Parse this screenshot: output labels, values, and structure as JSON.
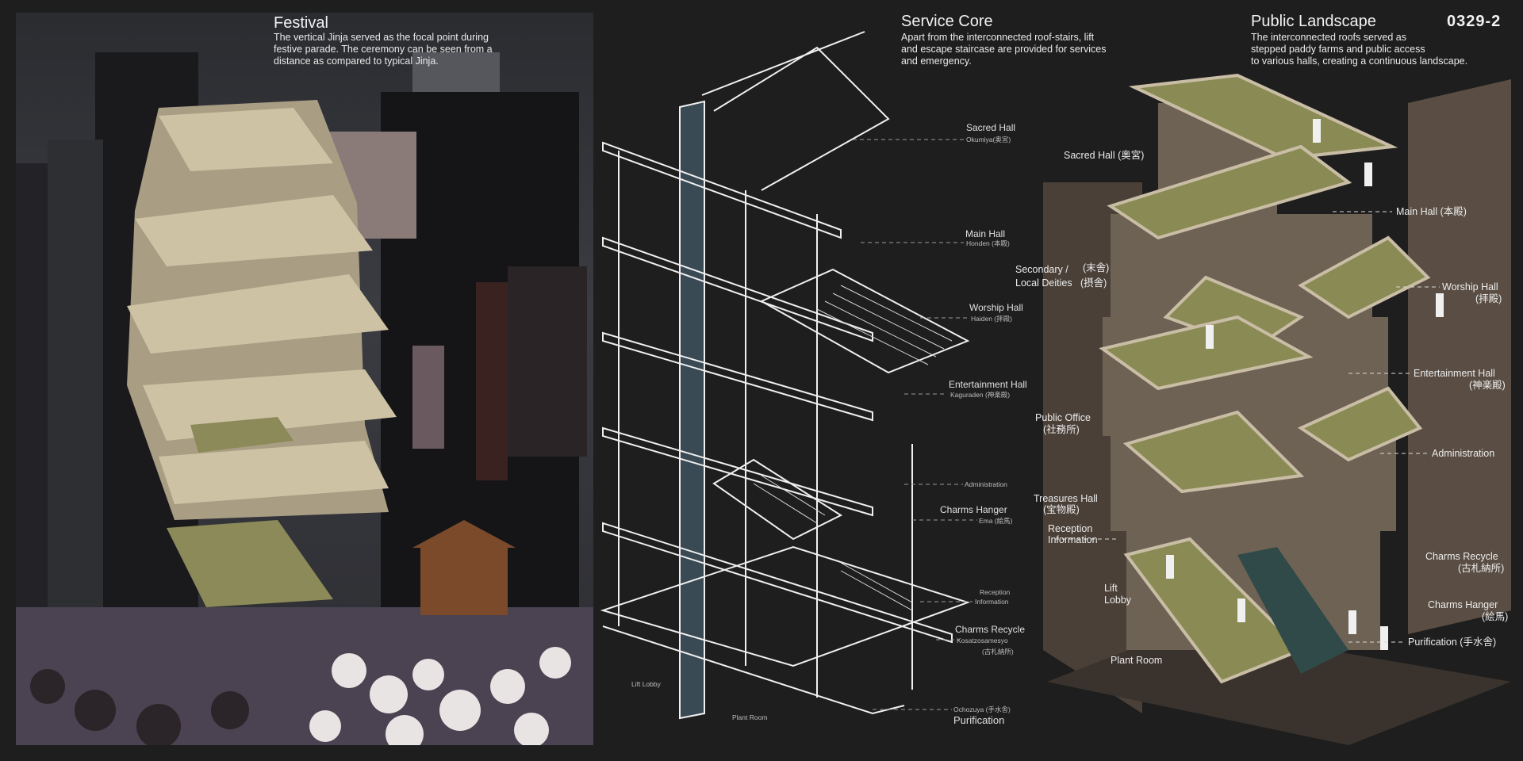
{
  "board_code": "0329-2",
  "festival": {
    "title": "Festival",
    "description": "The vertical Jinja served as the focal point during festive parade. The ceremony can be seen from a distance as compared to typical Jinja."
  },
  "service_core": {
    "title": "Service Core",
    "description": "Apart from the interconnected roof-stairs, lift and escape staircase are provided for services and emergency.",
    "labels": {
      "sacred_hall": "Sacred Hall",
      "sacred_hall_sub": "Okumiya(奥宮)",
      "main_hall": "Main Hall",
      "main_hall_sub": "Honden (本殿)",
      "worship_hall": "Worship Hall",
      "worship_hall_sub": "Haiden (拝殿)",
      "entertainment_hall": "Entertainment Hall",
      "entertainment_hall_sub": "Kaguraden (神楽殿)",
      "administration": "Administration",
      "charms_hanger": "Charms Hanger",
      "charms_hanger_sub": "Ema (絵馬)",
      "reception": "Reception",
      "information": "Information",
      "charms_recycle": "Charms Recycle",
      "charms_recycle_sub": "Kosatzosamesyo",
      "charms_recycle_jp": "(古札納所)",
      "purification_sub": "Ochozuya (手水舎)",
      "purification": "Purification",
      "lift_lobby": "Lift Lobby",
      "plant_room": "Plant Room"
    }
  },
  "public_landscape": {
    "title": "Public Landscape",
    "description_lines": [
      "The interconnected roofs served as",
      "stepped paddy farms and public access",
      "to various halls, creating a continuous landscape."
    ],
    "labels": {
      "sacred_hall": "Sacred Hall (奥宮)",
      "main_hall": "Main Hall (本殿)",
      "secondary": "Secondary /",
      "secondary_jp": "(末舎)",
      "local_deities": "Local Deities",
      "local_deities_jp": "(摂舎)",
      "worship_hall": "Worship Hall",
      "worship_hall_jp": "(拝殿)",
      "entertainment_hall": "Entertainment Hall",
      "entertainment_hall_jp": "(神楽殿)",
      "public_office": "Public Office",
      "public_office_jp": "(社務所)",
      "administration": "Administration",
      "treasures_hall": "Treasures Hall",
      "treasures_hall_jp": "(宝物殿)",
      "reception": "Reception",
      "information": "Information",
      "lift": "Lift",
      "lobby": "Lobby",
      "plant_room": "Plant Room",
      "charms_recycle": "Charms Recycle",
      "charms_recycle_jp": "(古札納所)",
      "charms_hanger": "Charms Hanger",
      "charms_hanger_jp": "(絵馬)",
      "purification": "Purification (手水舎)"
    }
  },
  "colors": {
    "background": "#1e1e1e",
    "timber": "#6e6254",
    "grass": "#8a8a55",
    "line": "#f0f0f0",
    "lift_shaft": "#3a4a55",
    "water": "#2f4a48"
  }
}
